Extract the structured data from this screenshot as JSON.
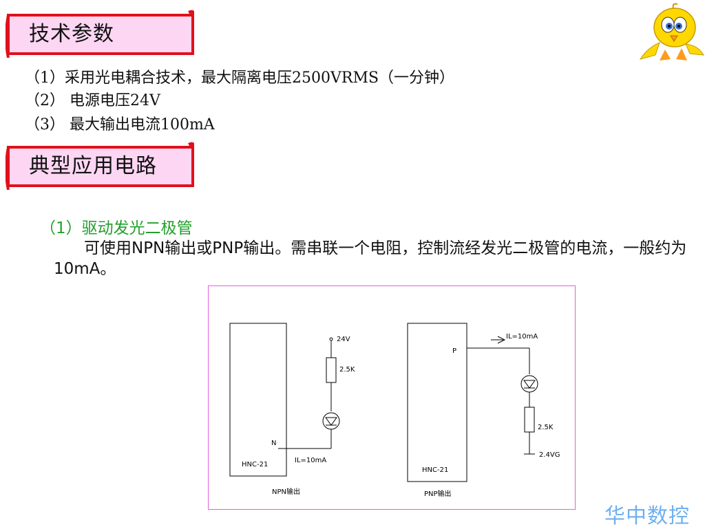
{
  "sections": {
    "tech_params": {
      "heading": "技术参数",
      "items": [
        "（1）采用光电耦合技术，最大隔离电压2500VRMS（一分钟）",
        "（2） 电源电压24V",
        "（3） 最大输出电流100mA"
      ]
    },
    "typical_circuit": {
      "heading": "典型应用电路",
      "subheading": "（1）驱动发光二极管",
      "description": "可使用NPN输出或PNP输出。需串联一个电阻，控制流经发光二极管的电流，一般约为10mA。"
    }
  },
  "diagram": {
    "npn": {
      "module_label": "HNC-21",
      "terminal": "N",
      "supply": "24V",
      "resistor": "2.5K",
      "current": "IL=10mA",
      "caption": "NPN输出"
    },
    "pnp": {
      "module_label": "HNC-21",
      "terminal": "P",
      "resistor": "2.5K",
      "current": "IL=10mA",
      "ground": "2.4VG",
      "caption": "PNP输出"
    }
  },
  "footer": {
    "brand": "华中数控"
  },
  "colors": {
    "banner_fill": "#fcd6f3",
    "banner_border": "#e0101a",
    "subheading": "#22a02a",
    "footer_text": "#6fb0f0",
    "figure_border": "#e060e0"
  },
  "icons": {
    "mascot": "cartoon-yellow-bird-icon"
  }
}
